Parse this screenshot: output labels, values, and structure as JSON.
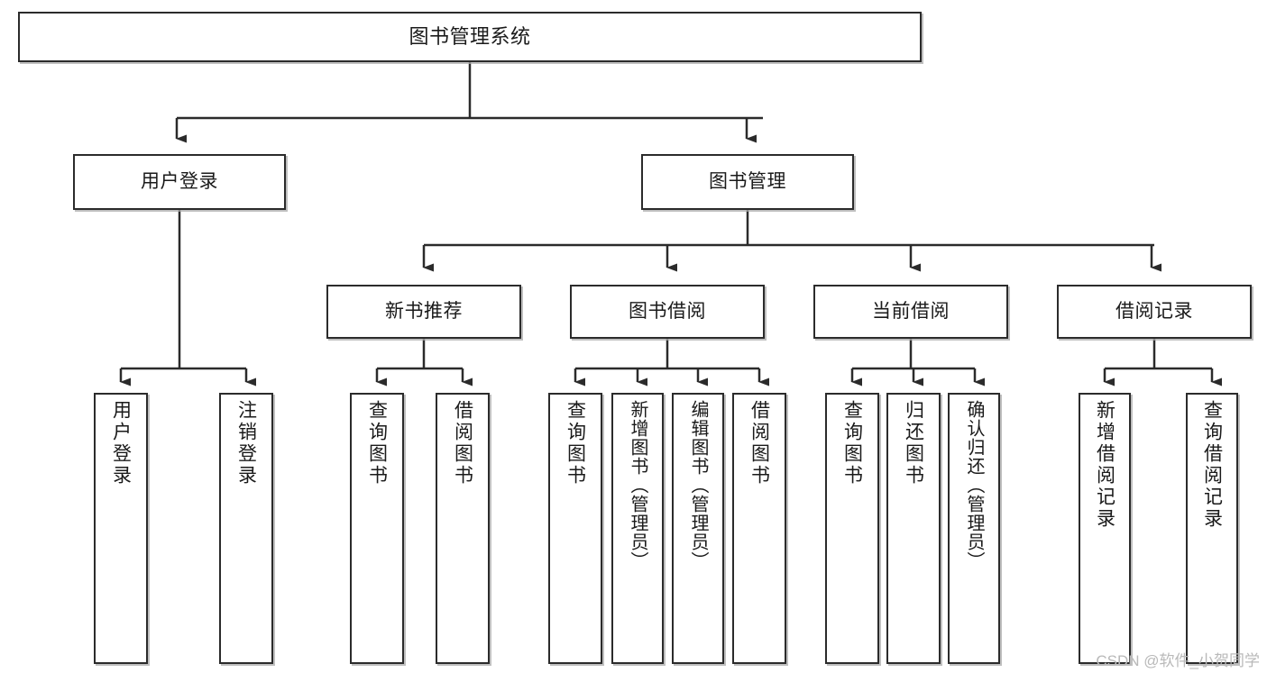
{
  "diagram": {
    "title": "图书管理系统",
    "type": "tree-hierarchy-chart",
    "line_color": "#2b2b2b",
    "box_fill": "#ffffff",
    "nodes": {
      "root": {
        "label": "图书管理系统"
      },
      "level2": [
        {
          "label": "用户登录"
        },
        {
          "label": "图书管理"
        }
      ],
      "level3": [
        {
          "label": "新书推荐"
        },
        {
          "label": "图书借阅"
        },
        {
          "label": "当前借阅"
        },
        {
          "label": "借阅记录"
        }
      ],
      "leaves": {
        "user_login": [
          {
            "label": "用户登录"
          },
          {
            "label": "注销登录"
          }
        ],
        "new_book_recommend": [
          {
            "label": "查询图书"
          },
          {
            "label": "借阅图书"
          }
        ],
        "book_borrow": [
          {
            "label": "查询图书"
          },
          {
            "label": "新增图书（管理员）"
          },
          {
            "label": "编辑图书（管理员）"
          },
          {
            "label": "借阅图书"
          }
        ],
        "current_borrow": [
          {
            "label": "查询图书"
          },
          {
            "label": "归还图书"
          },
          {
            "label": "确认归还（管理员）"
          }
        ],
        "borrow_record": [
          {
            "label": "新增借阅记录"
          },
          {
            "label": "查询借阅记录"
          }
        ]
      }
    }
  },
  "watermark": {
    "text": "CSDN @软件_小贺同学"
  }
}
